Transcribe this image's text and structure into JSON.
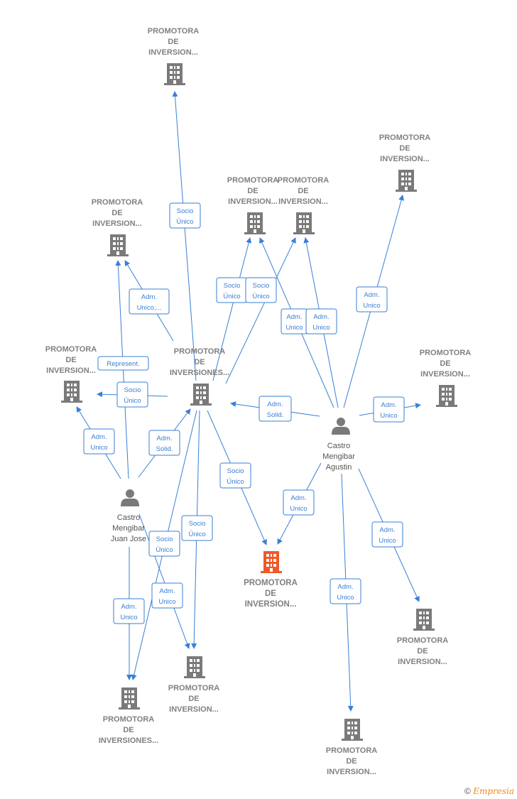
{
  "colors": {
    "edge": "#3a7fd5",
    "company": "#7a7a7a",
    "main_company": "#f05a28",
    "person": "#7a7a7a"
  },
  "companies": [
    {
      "id": "c_top",
      "lines": [
        "PROMOTORA",
        "DE",
        "INVERSION..."
      ],
      "icon": "building-icon"
    },
    {
      "id": "c_right_top",
      "lines": [
        "PROMOTORA",
        "DE",
        "INVERSION..."
      ],
      "icon": "building-icon"
    },
    {
      "id": "c_mid_a",
      "lines": [
        "PROMOTORA",
        "DE",
        "INVERSION..."
      ],
      "icon": "building-icon"
    },
    {
      "id": "c_mid_b",
      "lines": [
        "PROMOTORA",
        "DE",
        "INVERSION..."
      ],
      "icon": "building-icon"
    },
    {
      "id": "c_left_up",
      "lines": [
        "PROMOTORA",
        "DE",
        "INVERSION..."
      ],
      "icon": "building-icon"
    },
    {
      "id": "c_left",
      "lines": [
        "PROMOTORA",
        "DE",
        "INVERSION..."
      ],
      "icon": "building-icon"
    },
    {
      "id": "c_hub",
      "lines": [
        "PROMOTORA",
        "DE",
        "INVERSIONES..."
      ],
      "icon": "building-icon"
    },
    {
      "id": "c_right",
      "lines": [
        "PROMOTORA",
        "DE",
        "INVERSION..."
      ],
      "icon": "building-icon"
    },
    {
      "id": "c_main",
      "lines": [
        "PROMOTORA",
        "DE",
        "INVERSION..."
      ],
      "icon": "building-icon",
      "main": true
    },
    {
      "id": "c_bot_mid",
      "lines": [
        "PROMOTORA",
        "DE",
        "INVERSION..."
      ],
      "icon": "building-icon"
    },
    {
      "id": "c_bot_left",
      "lines": [
        "PROMOTORA",
        "DE",
        "INVERSIONES..."
      ],
      "icon": "building-icon"
    },
    {
      "id": "c_bot_right2",
      "lines": [
        "PROMOTORA",
        "DE",
        "INVERSION..."
      ],
      "icon": "building-icon"
    },
    {
      "id": "c_bot_right",
      "lines": [
        "PROMOTORA",
        "DE",
        "INVERSION..."
      ],
      "icon": "building-icon"
    }
  ],
  "people": [
    {
      "id": "p_agustin",
      "lines": [
        "Castro",
        "Mengibar",
        "Agustin"
      ],
      "icon": "person-icon"
    },
    {
      "id": "p_juan",
      "lines": [
        "Castro",
        "Mengibar",
        "Juan Jose"
      ],
      "icon": "person-icon"
    }
  ],
  "edges": [
    {
      "id": "e1",
      "lines": [
        "Socio",
        "Único"
      ]
    },
    {
      "id": "e2",
      "lines": [
        "Socio",
        "Único"
      ]
    },
    {
      "id": "e3",
      "lines": [
        "Socio",
        "Único"
      ]
    },
    {
      "id": "e4",
      "lines": [
        "Adm.",
        "Unico,..."
      ]
    },
    {
      "id": "e5",
      "lines": [
        "Represent."
      ]
    },
    {
      "id": "e6",
      "lines": [
        "Socio",
        "Único"
      ]
    },
    {
      "id": "e7",
      "lines": [
        "Adm.",
        "Unico"
      ]
    },
    {
      "id": "e8",
      "lines": [
        "Adm.",
        "Unico"
      ]
    },
    {
      "id": "e9",
      "lines": [
        "Adm.",
        "Unico"
      ]
    },
    {
      "id": "e10",
      "lines": [
        "Adm.",
        "Solid."
      ]
    },
    {
      "id": "e11",
      "lines": [
        "Adm.",
        "Unico"
      ]
    },
    {
      "id": "e12",
      "lines": [
        "Adm.",
        "Unico"
      ]
    },
    {
      "id": "e13",
      "lines": [
        "Adm.",
        "Solid."
      ]
    },
    {
      "id": "e14",
      "lines": [
        "Socio",
        "Único"
      ]
    },
    {
      "id": "e15",
      "lines": [
        "Adm.",
        "Unico"
      ]
    },
    {
      "id": "e16",
      "lines": [
        "Adm.",
        "Unico"
      ]
    },
    {
      "id": "e17",
      "lines": [
        "Socio",
        "Único"
      ]
    },
    {
      "id": "e18",
      "lines": [
        "Socio",
        "Único"
      ]
    },
    {
      "id": "e19",
      "lines": [
        "Adm.",
        "Unico"
      ]
    },
    {
      "id": "e20",
      "lines": [
        "Adm.",
        "Unico"
      ]
    },
    {
      "id": "e21",
      "lines": [
        "Adm.",
        "Unico"
      ]
    }
  ],
  "footer": {
    "copyright_symbol": "©",
    "brand": "Empresia"
  }
}
